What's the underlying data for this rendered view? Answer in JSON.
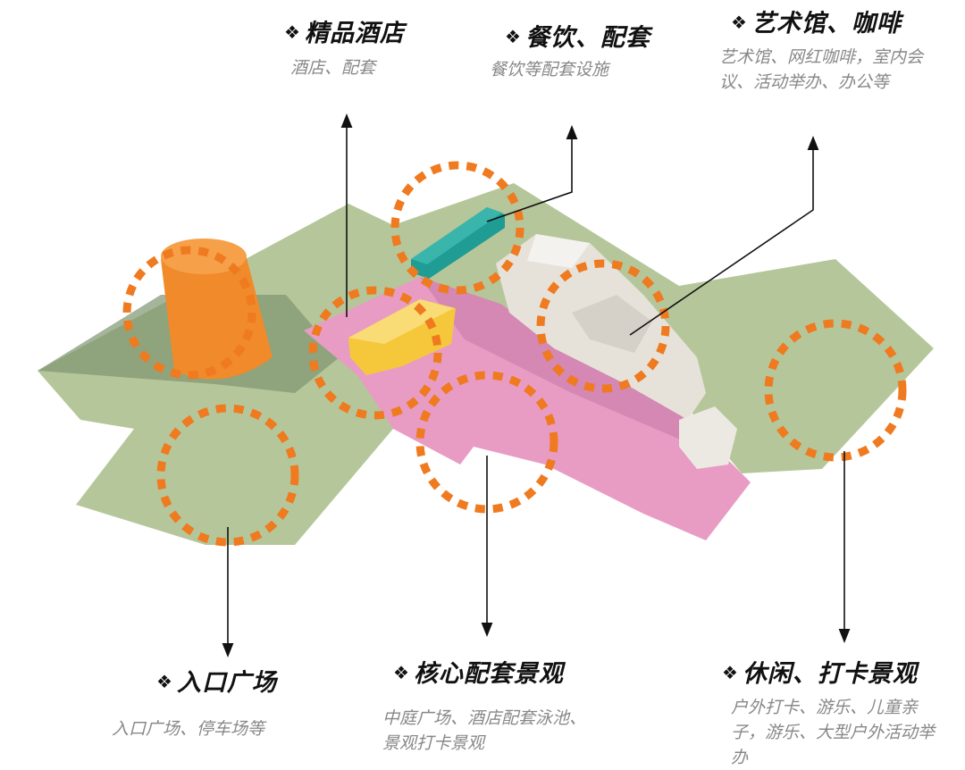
{
  "bullet": "❖",
  "colors": {
    "green": "#b5c79a",
    "pink": "#e89cc3",
    "orange": "#f08a2a",
    "teal": "#1f9c93",
    "yellow": "#f5c83c",
    "white": "#e6e2da",
    "dots": "#ef7a1f"
  },
  "labels": [
    {
      "id": "hotel",
      "title": "精品酒店",
      "desc": "酒店、配套"
    },
    {
      "id": "dining",
      "title": "餐饮、配套",
      "desc": "餐饮等配套设施"
    },
    {
      "id": "art",
      "title": "艺术馆、咖啡",
      "desc": "艺术馆、网红咖啡，室内会议、活动举办、办公等"
    },
    {
      "id": "entrance",
      "title": "入口广场",
      "desc": "入口广场、停车场等"
    },
    {
      "id": "core",
      "title": "核心配套景观",
      "desc": "中庭广场、酒店配套泳池、景观打卡景观"
    },
    {
      "id": "leisure",
      "title": "休闲、打卡景观",
      "desc": "户外打卡、游乐、儿童亲子，游乐、大型户外活动举办"
    }
  ]
}
